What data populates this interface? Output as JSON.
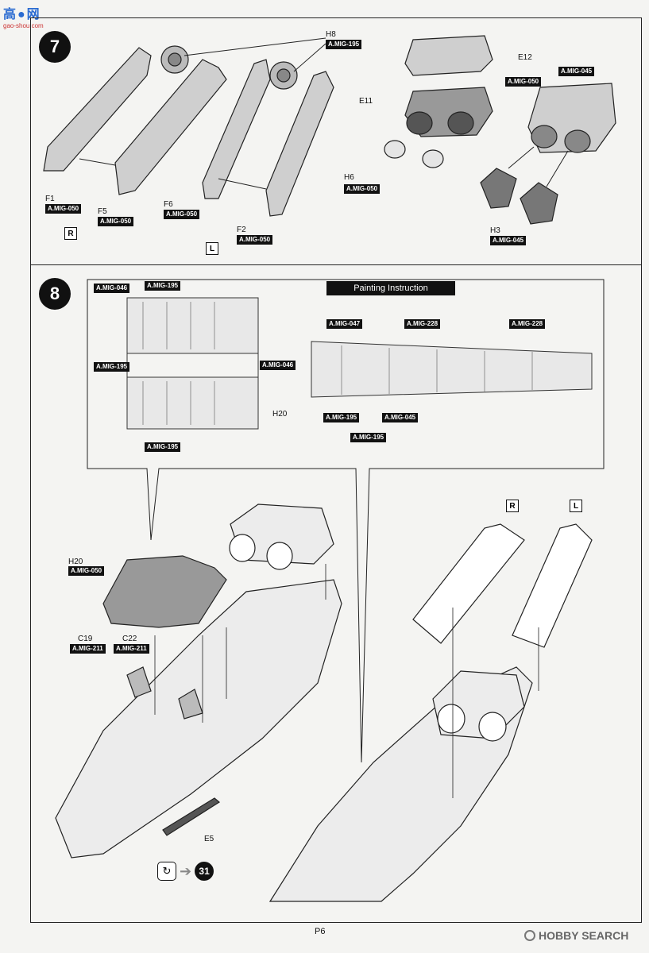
{
  "watermark_top": {
    "line1": "高●网",
    "line2": "gao-shou.com"
  },
  "watermark_bottom": {
    "text": "HOBBY SEARCH"
  },
  "page_number": "P6",
  "step7": {
    "number": "7",
    "side_right": "R",
    "side_left": "L",
    "labels": [
      {
        "part": "H8",
        "paint": "A.MIG-195"
      },
      {
        "part": "F1",
        "paint": "A.MIG-050"
      },
      {
        "part": "F5",
        "paint": "A.MIG-050"
      },
      {
        "part": "F6",
        "paint": "A.MIG-050"
      },
      {
        "part": "F2",
        "paint": "A.MIG-050"
      },
      {
        "part": "E12",
        "paint": ""
      },
      {
        "part": "E11",
        "paint": ""
      },
      {
        "part": "H6",
        "paint": "A.MIG-050"
      },
      {
        "part": "H3",
        "paint": "A.MIG-045"
      }
    ],
    "extra_paints": [
      "A.MIG-050",
      "A.MIG-045"
    ]
  },
  "step8": {
    "number": "8",
    "painting_title": "Painting Instruction",
    "inset_left_paints": [
      "A.MIG-046",
      "A.MIG-195",
      "A.MIG-195",
      "A.MIG-046",
      "A.MIG-195"
    ],
    "inset_left_part": "H20",
    "inset_right_paints": [
      "A.MIG-047",
      "A.MIG-228",
      "A.MIG-228",
      "A.MIG-195",
      "A.MIG-045",
      "A.MIG-195"
    ],
    "parts": [
      {
        "part": "H20",
        "paint": "A.MIG-050"
      },
      {
        "part": "C19",
        "paint": "A.MIG-211"
      },
      {
        "part": "C22",
        "paint": "A.MIG-211"
      },
      {
        "part": "E5",
        "paint": ""
      }
    ],
    "side_right": "R",
    "side_left": "L",
    "ref_step": "31"
  }
}
